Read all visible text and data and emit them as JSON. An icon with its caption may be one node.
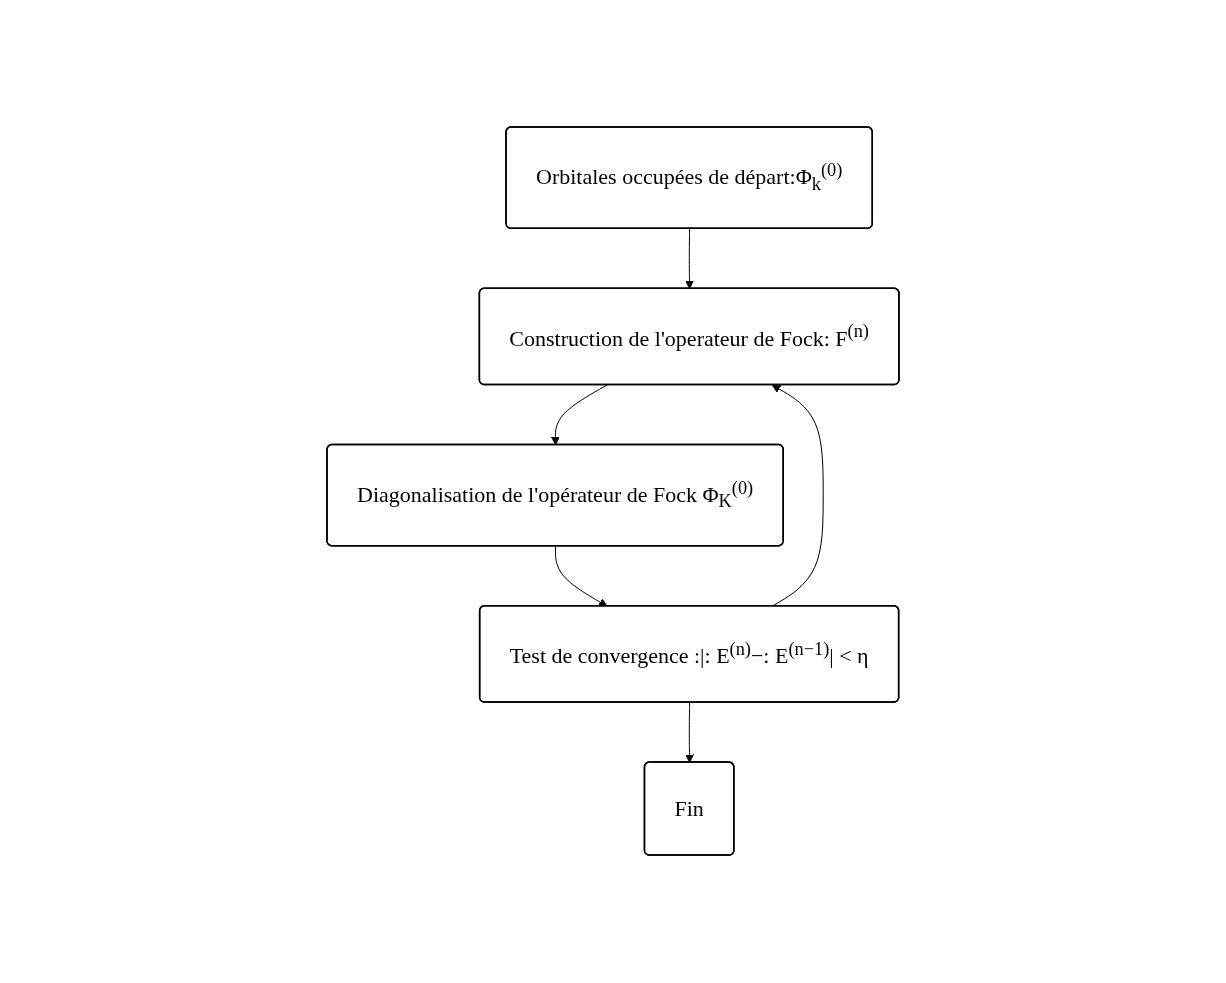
{
  "diagram": {
    "nodes": [
      {
        "text": [
          "Orbitales occupées de départ:Φ$_{k}$$^{(0)}$"
        ]
      },
      {
        "text": [
          "Construction de l'operateur de Fock: F$^{(n)}$"
        ]
      },
      {
        "text": [
          "Diagonalisation de l'opérateur de Fock Φ$_{K}$$^{(0)}$"
        ]
      },
      {
        "text": [
          "Test de convergence :|: E$^{(n)}$−: E$^{(n−1)}$| < η"
        ]
      },
      {
        "text": [
          "Fin"
        ]
      }
    ],
    "edges": [
      {
        "from": 0,
        "to": 1,
        "arrow": "to"
      },
      {
        "from": 1,
        "to": 2,
        "arrow": "to"
      },
      {
        "from": 2,
        "to": 3,
        "arrow": "to"
      },
      {
        "from": 3,
        "to": 4,
        "arrow": "to"
      },
      {
        "from": 3,
        "to": 1,
        "arrow": "to"
      }
    ]
  }
}
